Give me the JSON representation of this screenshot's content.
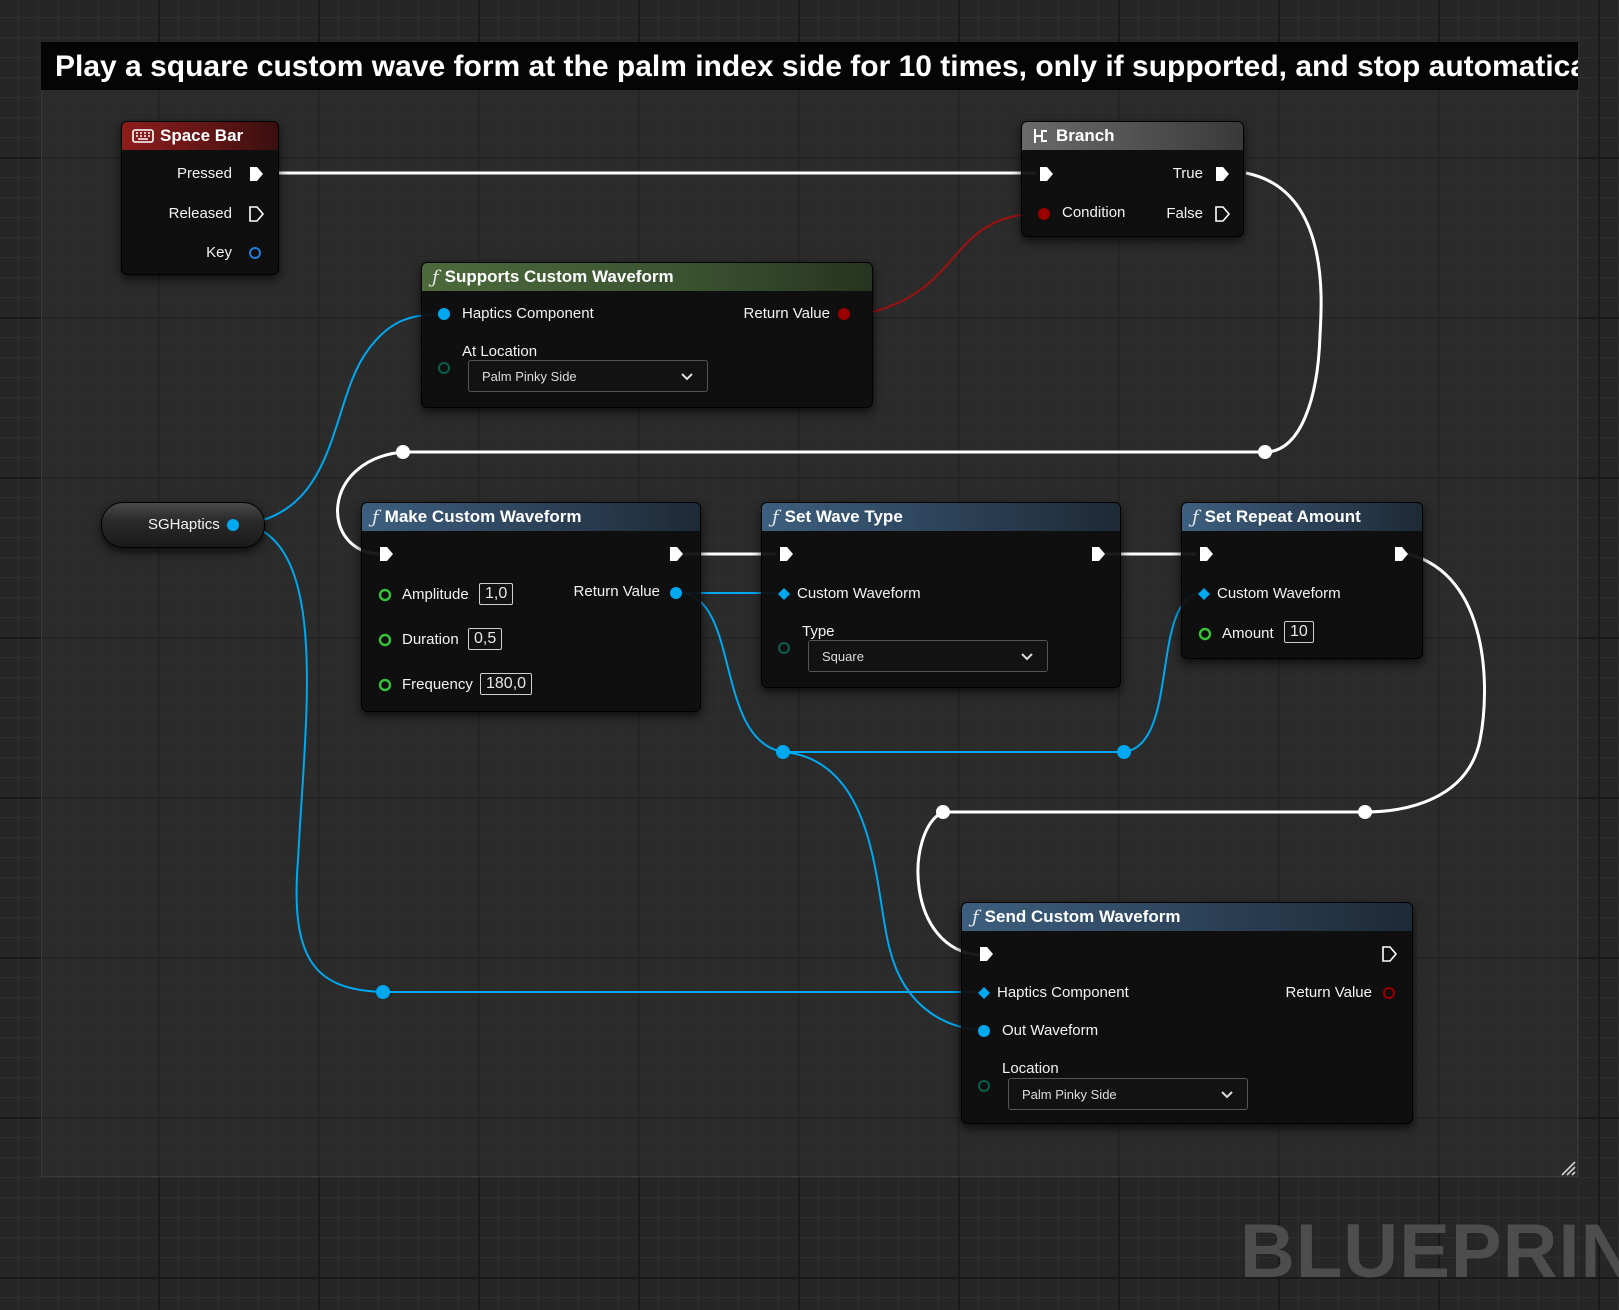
{
  "comment": {
    "title": "Play a square custom wave form at the palm index side for 10 times, only if supported, and stop automatically"
  },
  "watermark": "BLUEPRINT",
  "colors": {
    "exec": "#ffffff",
    "object": "#00a8f0",
    "bool": "#9b0000",
    "float": "#38c23a",
    "enum": "#0a5e4c"
  },
  "nodes": {
    "space_bar": {
      "title": "Space Bar",
      "icon": "keyboard-icon",
      "pins": {
        "pressed": "Pressed",
        "released": "Released",
        "key": "Key"
      }
    },
    "branch": {
      "title": "Branch",
      "icon": "branch-icon",
      "pins": {
        "condition": "Condition",
        "true": "True",
        "false": "False"
      }
    },
    "supports": {
      "title": "Supports Custom Waveform",
      "icon": "function-icon",
      "pins": {
        "haptics_component": "Haptics Component",
        "at_location": "At Location",
        "return_value": "Return Value"
      },
      "location_value": "Palm Pinky Side"
    },
    "sghaptics": {
      "title": "SGHaptics"
    },
    "make_waveform": {
      "title": "Make Custom Waveform",
      "icon": "function-icon",
      "pins": {
        "amplitude": "Amplitude",
        "duration": "Duration",
        "frequency": "Frequency",
        "return_value": "Return Value"
      },
      "values": {
        "amplitude": "1,0",
        "duration": "0,5",
        "frequency": "180,0"
      }
    },
    "set_wave_type": {
      "title": "Set Wave Type",
      "icon": "function-icon",
      "pins": {
        "custom_waveform": "Custom Waveform",
        "type": "Type"
      },
      "type_value": "Square"
    },
    "set_repeat": {
      "title": "Set Repeat Amount",
      "icon": "function-icon",
      "pins": {
        "custom_waveform": "Custom Waveform",
        "amount": "Amount"
      },
      "amount_value": "10"
    },
    "send": {
      "title": "Send Custom Waveform",
      "icon": "function-icon",
      "pins": {
        "haptics_component": "Haptics Component",
        "out_waveform": "Out Waveform",
        "location": "Location",
        "return_value": "Return Value"
      },
      "location_value": "Palm Pinky Side"
    }
  }
}
